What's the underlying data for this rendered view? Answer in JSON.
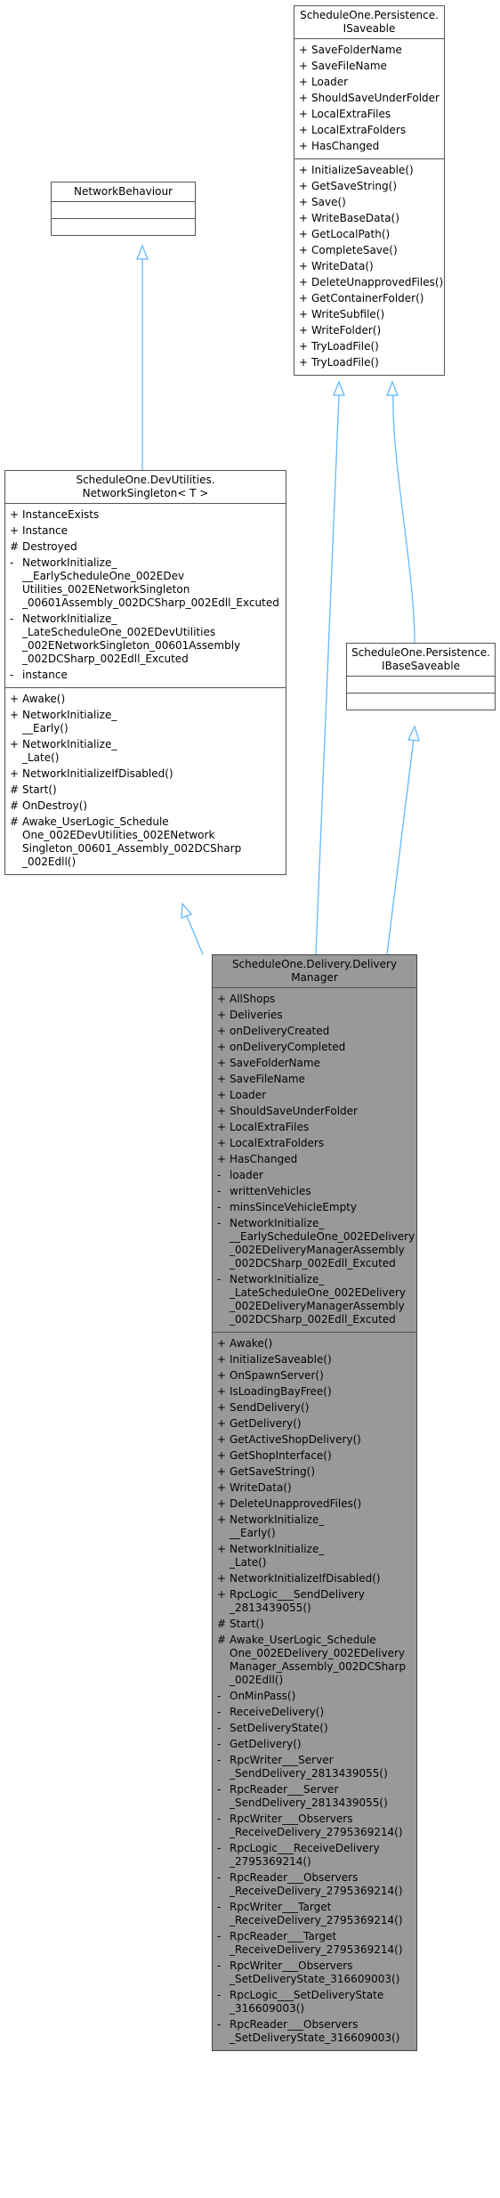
{
  "classes": {
    "network_behaviour": {
      "title": [
        "NetworkBehaviour"
      ],
      "attributes": [],
      "operations": []
    },
    "isaveable": {
      "title": [
        "ScheduleOne.Persistence.",
        "ISaveable"
      ],
      "attributes": [
        {
          "vis": "+",
          "lines": [
            "SaveFolderName"
          ]
        },
        {
          "vis": "+",
          "lines": [
            "SaveFileName"
          ]
        },
        {
          "vis": "+",
          "lines": [
            "Loader"
          ]
        },
        {
          "vis": "+",
          "lines": [
            "ShouldSaveUnderFolder"
          ]
        },
        {
          "vis": "+",
          "lines": [
            "LocalExtraFiles"
          ]
        },
        {
          "vis": "+",
          "lines": [
            "LocalExtraFolders"
          ]
        },
        {
          "vis": "+",
          "lines": [
            "HasChanged"
          ]
        }
      ],
      "operations": [
        {
          "vis": "+",
          "lines": [
            "InitializeSaveable()"
          ]
        },
        {
          "vis": "+",
          "lines": [
            "GetSaveString()"
          ]
        },
        {
          "vis": "+",
          "lines": [
            "Save()"
          ]
        },
        {
          "vis": "+",
          "lines": [
            "WriteBaseData()"
          ]
        },
        {
          "vis": "+",
          "lines": [
            "GetLocalPath()"
          ]
        },
        {
          "vis": "+",
          "lines": [
            "CompleteSave()"
          ]
        },
        {
          "vis": "+",
          "lines": [
            "WriteData()"
          ]
        },
        {
          "vis": "+",
          "lines": [
            "DeleteUnapprovedFiles()"
          ]
        },
        {
          "vis": "+",
          "lines": [
            "GetContainerFolder()"
          ]
        },
        {
          "vis": "+",
          "lines": [
            "WriteSubfile()"
          ]
        },
        {
          "vis": "+",
          "lines": [
            "WriteFolder()"
          ]
        },
        {
          "vis": "+",
          "lines": [
            "TryLoadFile()"
          ]
        },
        {
          "vis": "+",
          "lines": [
            "TryLoadFile()"
          ]
        }
      ]
    },
    "network_singleton": {
      "title": [
        "ScheduleOne.DevUtilities.",
        "NetworkSingleton< T >"
      ],
      "attributes": [
        {
          "vis": "+",
          "lines": [
            "InstanceExists"
          ]
        },
        {
          "vis": "+",
          "lines": [
            "Instance"
          ]
        },
        {
          "vis": "#",
          "lines": [
            "Destroyed"
          ]
        },
        {
          "vis": "-",
          "lines": [
            "NetworkInitialize_",
            "__EarlyScheduleOne_002EDev",
            "Utilities_002ENetworkSingleton",
            "_00601Assembly_002DCSharp_002Edll_Excuted"
          ]
        },
        {
          "vis": "-",
          "lines": [
            "NetworkInitialize_",
            "_LateScheduleOne_002EDevUtilities",
            "_002ENetworkSingleton_00601Assembly",
            "_002DCSharp_002Edll_Excuted"
          ]
        },
        {
          "vis": "-",
          "lines": [
            "instance"
          ]
        }
      ],
      "operations": [
        {
          "vis": "+",
          "lines": [
            "Awake()"
          ]
        },
        {
          "vis": "+",
          "lines": [
            "NetworkInitialize_",
            "__Early()"
          ]
        },
        {
          "vis": "+",
          "lines": [
            "NetworkInitialize_",
            "_Late()"
          ]
        },
        {
          "vis": "+",
          "lines": [
            "NetworkInitializeIfDisabled()"
          ]
        },
        {
          "vis": "#",
          "lines": [
            "Start()"
          ]
        },
        {
          "vis": "#",
          "lines": [
            "OnDestroy()"
          ]
        },
        {
          "vis": "#",
          "lines": [
            "Awake_UserLogic_Schedule",
            "One_002EDevUtilities_002ENetwork",
            "Singleton_00601_Assembly_002DCSharp",
            "_002Edll()"
          ]
        }
      ]
    },
    "ibase_saveable": {
      "title": [
        "ScheduleOne.Persistence.",
        "IBaseSaveable"
      ],
      "attributes": [],
      "operations": []
    },
    "delivery_manager": {
      "title": [
        "ScheduleOne.Delivery.Delivery",
        "Manager"
      ],
      "attributes": [
        {
          "vis": "+",
          "lines": [
            "AllShops"
          ]
        },
        {
          "vis": "+",
          "lines": [
            "Deliveries"
          ]
        },
        {
          "vis": "+",
          "lines": [
            "onDeliveryCreated"
          ]
        },
        {
          "vis": "+",
          "lines": [
            "onDeliveryCompleted"
          ]
        },
        {
          "vis": "+",
          "lines": [
            "SaveFolderName"
          ]
        },
        {
          "vis": "+",
          "lines": [
            "SaveFileName"
          ]
        },
        {
          "vis": "+",
          "lines": [
            "Loader"
          ]
        },
        {
          "vis": "+",
          "lines": [
            "ShouldSaveUnderFolder"
          ]
        },
        {
          "vis": "+",
          "lines": [
            "LocalExtraFiles"
          ]
        },
        {
          "vis": "+",
          "lines": [
            "LocalExtraFolders"
          ]
        },
        {
          "vis": "+",
          "lines": [
            "HasChanged"
          ]
        },
        {
          "vis": "-",
          "lines": [
            "loader"
          ]
        },
        {
          "vis": "-",
          "lines": [
            "writtenVehicles"
          ]
        },
        {
          "vis": "-",
          "lines": [
            "minsSinceVehicleEmpty"
          ]
        },
        {
          "vis": "-",
          "lines": [
            "NetworkInitialize_",
            "__EarlyScheduleOne_002EDelivery",
            "_002EDeliveryManagerAssembly",
            "_002DCSharp_002Edll_Excuted"
          ]
        },
        {
          "vis": "-",
          "lines": [
            "NetworkInitialize_",
            "_LateScheduleOne_002EDelivery",
            "_002EDeliveryManagerAssembly",
            "_002DCSharp_002Edll_Excuted"
          ]
        }
      ],
      "operations": [
        {
          "vis": "+",
          "lines": [
            "Awake()"
          ]
        },
        {
          "vis": "+",
          "lines": [
            "InitializeSaveable()"
          ]
        },
        {
          "vis": "+",
          "lines": [
            "OnSpawnServer()"
          ]
        },
        {
          "vis": "+",
          "lines": [
            "IsLoadingBayFree()"
          ]
        },
        {
          "vis": "+",
          "lines": [
            "SendDelivery()"
          ]
        },
        {
          "vis": "+",
          "lines": [
            "GetDelivery()"
          ]
        },
        {
          "vis": "+",
          "lines": [
            "GetActiveShopDelivery()"
          ]
        },
        {
          "vis": "+",
          "lines": [
            "GetShopInterface()"
          ]
        },
        {
          "vis": "+",
          "lines": [
            "GetSaveString()"
          ]
        },
        {
          "vis": "+",
          "lines": [
            "WriteData()"
          ]
        },
        {
          "vis": "+",
          "lines": [
            "DeleteUnapprovedFiles()"
          ]
        },
        {
          "vis": "+",
          "lines": [
            "NetworkInitialize_",
            "__Early()"
          ]
        },
        {
          "vis": "+",
          "lines": [
            "NetworkInitialize_",
            "_Late()"
          ]
        },
        {
          "vis": "+",
          "lines": [
            "NetworkInitializeIfDisabled()"
          ]
        },
        {
          "vis": "+",
          "lines": [
            "RpcLogic___SendDelivery",
            "_2813439055()"
          ]
        },
        {
          "vis": "#",
          "lines": [
            "Start()"
          ]
        },
        {
          "vis": "#",
          "lines": [
            "Awake_UserLogic_Schedule",
            "One_002EDelivery_002EDelivery",
            "Manager_Assembly_002DCSharp",
            "_002Edll()"
          ]
        },
        {
          "vis": "-",
          "lines": [
            "OnMinPass()"
          ]
        },
        {
          "vis": "-",
          "lines": [
            "ReceiveDelivery()"
          ]
        },
        {
          "vis": "-",
          "lines": [
            "SetDeliveryState()"
          ]
        },
        {
          "vis": "-",
          "lines": [
            "GetDelivery()"
          ]
        },
        {
          "vis": "-",
          "lines": [
            "RpcWriter___Server",
            "_SendDelivery_2813439055()"
          ]
        },
        {
          "vis": "-",
          "lines": [
            "RpcReader___Server",
            "_SendDelivery_2813439055()"
          ]
        },
        {
          "vis": "-",
          "lines": [
            "RpcWriter___Observers",
            "_ReceiveDelivery_2795369214()"
          ]
        },
        {
          "vis": "-",
          "lines": [
            "RpcLogic___ReceiveDelivery",
            "_2795369214()"
          ]
        },
        {
          "vis": "-",
          "lines": [
            "RpcReader___Observers",
            "_ReceiveDelivery_2795369214()"
          ]
        },
        {
          "vis": "-",
          "lines": [
            "RpcWriter___Target",
            "_ReceiveDelivery_2795369214()"
          ]
        },
        {
          "vis": "-",
          "lines": [
            "RpcReader___Target",
            "_ReceiveDelivery_2795369214()"
          ]
        },
        {
          "vis": "-",
          "lines": [
            "RpcWriter___Observers",
            "_SetDeliveryState_316609003()"
          ]
        },
        {
          "vis": "-",
          "lines": [
            "RpcLogic___SetDeliveryState",
            "_316609003()"
          ]
        },
        {
          "vis": "-",
          "lines": [
            "RpcReader___Observers",
            "_SetDeliveryState_316609003()"
          ]
        }
      ]
    }
  },
  "colors": {
    "arrow": "#63b8ff",
    "highlight_fill": "#999999",
    "border": "#555555"
  }
}
